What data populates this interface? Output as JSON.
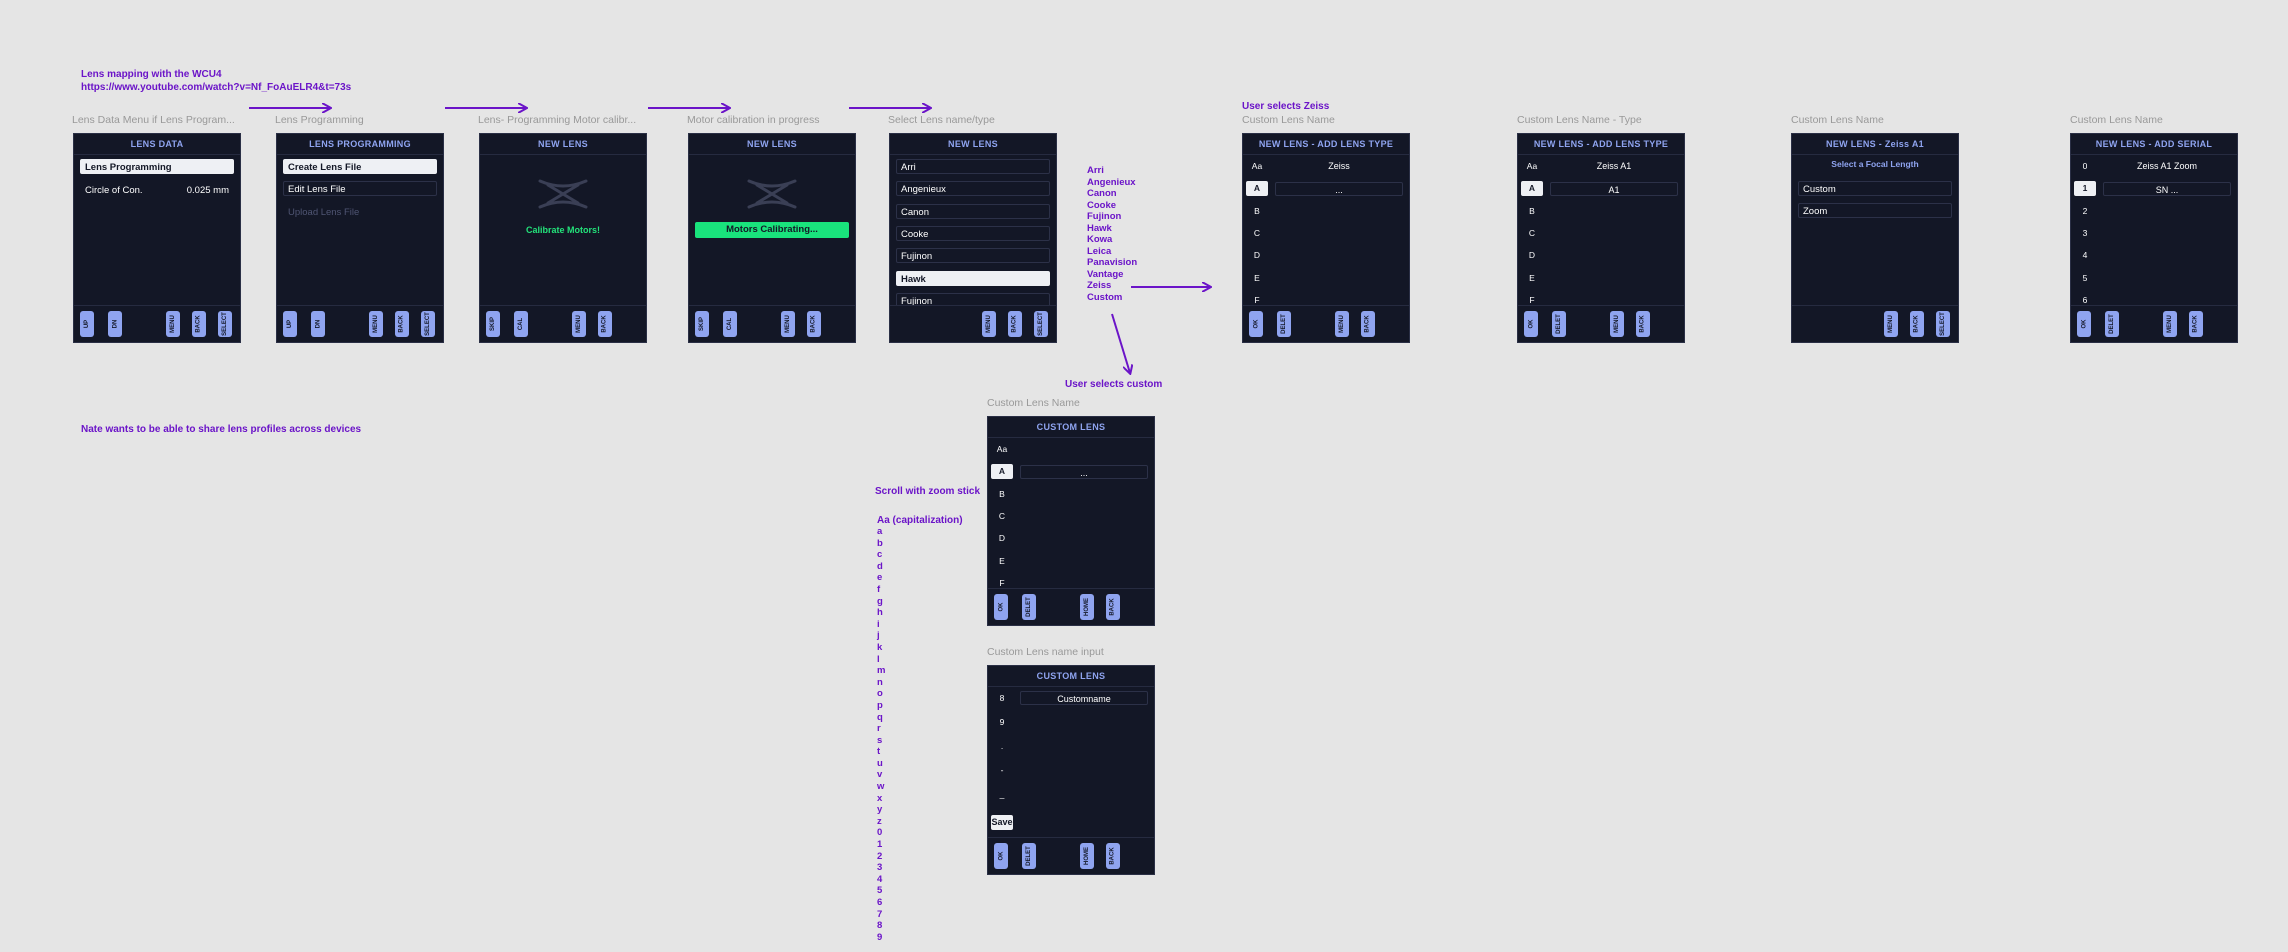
{
  "notes": {
    "wcu4": [
      "Lens mapping with the WCU4",
      "https://www.youtube.com/watch?v=Nf_FoAuELR4&t=73s"
    ],
    "zeiss": "User selects Zeiss",
    "custom": "User selects custom",
    "share": "Nate wants to be able to share lens profiles across devices",
    "scroll": "Scroll with zoom stick",
    "caps": "Aa (capitalization)"
  },
  "brand_list": [
    "Arri",
    "Angenieux",
    "Canon",
    "Cooke",
    "Fujinon",
    "Hawk",
    "Kowa",
    "Leica",
    "Panavision",
    "Vantage",
    "Zeiss",
    "Custom"
  ],
  "char_list": [
    "a",
    "b",
    "c",
    "d",
    "e",
    "f",
    "g",
    "h",
    "i",
    "j",
    "k",
    "l",
    "m",
    "n",
    "o",
    "p",
    "q",
    "r",
    "s",
    "t",
    "u",
    "v",
    "w",
    "x",
    "y",
    "z",
    "0",
    "1",
    "2",
    "3",
    "4",
    "5",
    "6",
    "7",
    "8",
    "9"
  ],
  "frames": [
    {
      "label": "Lens Data Menu if Lens Program...",
      "title": "LENS DATA",
      "items": [
        {
          "text": "Lens Programming",
          "sel": true
        }
      ],
      "kv": {
        "label": "Circle of Con.",
        "value": "0.025 mm"
      },
      "buttons": [
        "UP",
        "DN",
        "MENU",
        "BACK",
        "SELECT"
      ]
    },
    {
      "label": "Lens Programming",
      "title": "LENS PROGRAMMING",
      "items": [
        {
          "text": "Create Lens File",
          "sel": true
        },
        {
          "text": "Edit Lens File"
        },
        {
          "text": "Upload Lens File",
          "dim": true
        }
      ],
      "buttons": [
        "UP",
        "DN",
        "MENU",
        "BACK",
        "SELECT"
      ]
    },
    {
      "label": "Lens- Programming Motor calibr...",
      "title": "NEW LENS",
      "message": "Calibrate Motors!",
      "buttons": [
        "SKIP",
        "CAL",
        "MENU",
        "BACK"
      ]
    },
    {
      "label": "Motor calibration in progress",
      "title": "NEW LENS",
      "progress": "Motors Calibrating...",
      "buttons": [
        "SKIP",
        "CAL",
        "MENU",
        "BACK"
      ]
    },
    {
      "label": "Select Lens name/type",
      "title": "NEW LENS",
      "items": [
        {
          "text": "Arri"
        },
        {
          "text": "Angenieux"
        },
        {
          "text": "Canon"
        },
        {
          "text": "Cooke"
        },
        {
          "text": "Fujinon"
        },
        {
          "text": "Hawk",
          "sel": true
        },
        {
          "text": "Fujinon"
        }
      ],
      "buttons": [
        "MENU",
        "BACK",
        "SELECT"
      ]
    },
    {
      "label": "Custom Lens Name",
      "title": "NEW LENS - ADD LENS TYPE",
      "keys": [
        "Aa",
        "A",
        "B",
        "C",
        "D",
        "E",
        "F"
      ],
      "selkey": 1,
      "fields": [
        "Zeiss",
        "..."
      ],
      "buttons": [
        "OK",
        "DELET",
        "MENU",
        "BACK"
      ]
    },
    {
      "label": "Custom Lens Name - Type",
      "title": "NEW LENS - ADD LENS TYPE",
      "keys": [
        "Aa",
        "A",
        "B",
        "C",
        "D",
        "E",
        "F"
      ],
      "selkey": 1,
      "fields": [
        "Zeiss A1",
        "A1"
      ],
      "buttons": [
        "OK",
        "DELET",
        "MENU",
        "BACK"
      ]
    },
    {
      "label": "Custom Lens Name",
      "title": "NEW LENS - Zeiss A1",
      "subtitle": "Select a Focal Length",
      "items": [
        {
          "text": "Custom"
        },
        {
          "text": "Zoom"
        }
      ],
      "buttons": [
        "MENU",
        "BACK",
        "SELECT"
      ]
    },
    {
      "label": "Custom Lens Name",
      "title": "NEW LENS - ADD SERIAL",
      "keys": [
        "0",
        "1",
        "2",
        "3",
        "4",
        "5",
        "6"
      ],
      "selkey": 1,
      "fields": [
        "Zeiss A1 Zoom",
        "SN ..."
      ],
      "buttons": [
        "OK",
        "DELET",
        "MENU",
        "BACK"
      ]
    },
    {
      "label": "Custom Lens Name",
      "title": "CUSTOM LENS",
      "keys": [
        "Aa",
        "A",
        "B",
        "C",
        "D",
        "E",
        "F"
      ],
      "selkey": 1,
      "fields": [
        "",
        "..."
      ],
      "buttons": [
        "OK",
        "DELET",
        "HOME",
        "BACK"
      ]
    },
    {
      "label": "Custom Lens name input",
      "title": "CUSTOM LENS",
      "keys": [
        "8",
        "9",
        ".",
        "-",
        "_",
        "Save"
      ],
      "savekey": 5,
      "fields": [
        "",
        "Customname"
      ],
      "buttons": [
        "OK",
        "DELET",
        "HOME",
        "BACK"
      ]
    }
  ]
}
